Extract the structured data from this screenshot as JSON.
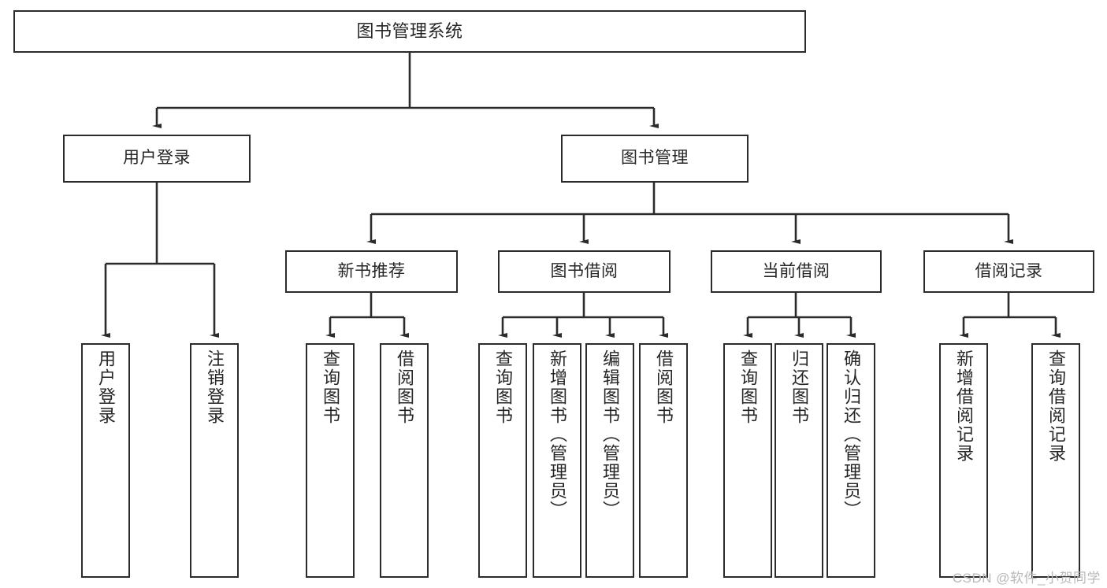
{
  "diagram": {
    "title": "图书管理系统",
    "watermark": "CSDN @软件_小贺同学",
    "colors": {
      "stroke": "#2b2b2b",
      "fill": "#ffffff",
      "text": "#262626",
      "watermark": "#b9b9b9"
    },
    "levels": {
      "root": {
        "label": "图书管理系统"
      },
      "level2": [
        {
          "label": "用户登录"
        },
        {
          "label": "图书管理"
        }
      ],
      "level3": [
        {
          "label": "新书推荐"
        },
        {
          "label": "图书借阅"
        },
        {
          "label": "当前借阅"
        },
        {
          "label": "借阅记录"
        }
      ],
      "leaves": {
        "user_login": [
          {
            "label": "用户登录"
          },
          {
            "label": "注销登录"
          }
        ],
        "new_book": [
          {
            "label": "查询图书"
          },
          {
            "label": "借阅图书"
          }
        ],
        "book_borrow": [
          {
            "label": "查询图书"
          },
          {
            "label": "新增图书（管理员）"
          },
          {
            "label": "编辑图书（管理员）"
          },
          {
            "label": "借阅图书"
          }
        ],
        "current_borrow": [
          {
            "label": "查询图书"
          },
          {
            "label": "归还图书"
          },
          {
            "label": "确认归还（管理员）"
          }
        ],
        "borrow_record": [
          {
            "label": "新增借阅记录"
          },
          {
            "label": "查询借阅记录"
          }
        ]
      }
    }
  }
}
